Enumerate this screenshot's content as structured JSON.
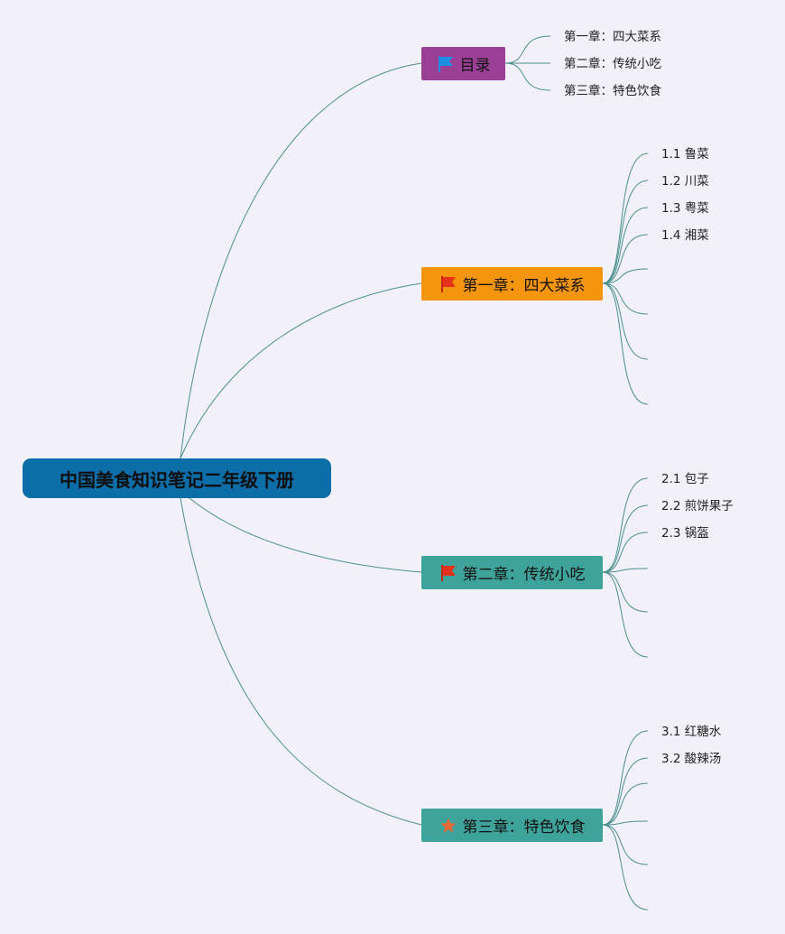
{
  "root": {
    "label": "中国美食知识笔记二年级下册",
    "color": "#0b6ea8"
  },
  "link_color": "#4a8f8c",
  "branches": [
    {
      "id": "toc",
      "label": "目录",
      "color": "#9a3f96",
      "icon": "blue-flag-icon",
      "icon_color": "#1f8ee0",
      "children": [
        "第一章：四大菜系",
        "第二章：传统小吃",
        "第三章：特色饮食"
      ],
      "empty_children": 0
    },
    {
      "id": "ch1",
      "label": "第一章：四大菜系",
      "color": "#f5950e",
      "icon": "red-flag-icon",
      "icon_color": "#e8311a",
      "children": [
        "1.1 鲁菜",
        "1.2 川菜",
        "1.3 粤菜",
        "1.4 湘菜"
      ],
      "empty_children": 4
    },
    {
      "id": "ch2",
      "label": "第二章：传统小吃",
      "color": "#3ea39b",
      "icon": "red-flag-icon",
      "icon_color": "#e8311a",
      "children": [
        "2.1 包子",
        "2.2 煎饼果子",
        "2.3 锅盔"
      ],
      "empty_children": 3
    },
    {
      "id": "ch3",
      "label": "第三章：特色饮食",
      "color": "#3ea39b",
      "icon": "star-icon",
      "icon_color": "#e56a3a",
      "children": [
        "3.1 红糖水",
        "3.2 酸辣汤"
      ],
      "empty_children": 4
    }
  ]
}
